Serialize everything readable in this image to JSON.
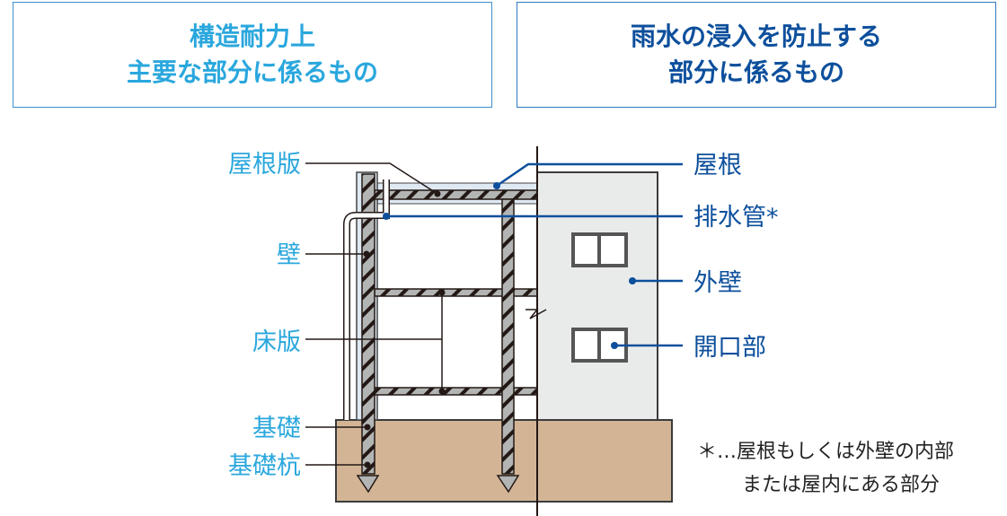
{
  "left_header": {
    "line1": "構造耐力上",
    "line2": "主要な部分に係るもの"
  },
  "right_header": {
    "line1": "雨水の浸入を防止する",
    "line2": "部分に係るもの"
  },
  "left_labels": {
    "roof_slab": "屋根版",
    "wall": "壁",
    "floor_slab": "床版",
    "foundation": "基礎",
    "pile": "基礎杭"
  },
  "right_labels": {
    "roof": "屋根",
    "drain_pipe": "排水管*",
    "exterior_wall": "外壁",
    "opening": "開口部"
  },
  "note": {
    "line1": "＊…屋根もしくは外壁の内部",
    "line2": "または屋内にある部分"
  },
  "colors": {
    "structural": "#2aa7dd",
    "waterproof": "#0d4f9c",
    "ground": "#d3b596",
    "wall_face": "#e9ebea",
    "member": "#b3b5b4"
  }
}
